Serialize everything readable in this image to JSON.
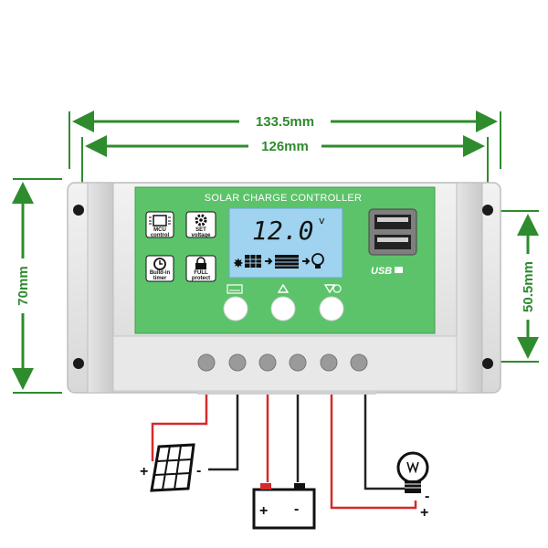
{
  "dimensions": {
    "outer_width": "133.5mm",
    "inner_width": "126mm",
    "height": "70mm",
    "hole_spacing": "50.5mm"
  },
  "panel": {
    "title": "SOLAR CHARGE CONTROLLER",
    "lcd_value": "12.0",
    "lcd_unit": "v",
    "usb_label": "USB"
  },
  "features": [
    {
      "line1": "MCU",
      "line2": "control",
      "icon": "chip-icon"
    },
    {
      "line1": "SET",
      "line2": "voltage",
      "icon": "gear-icon"
    },
    {
      "line1": "Build-in",
      "line2": "timer",
      "icon": "clock-icon"
    },
    {
      "line1": "FULL",
      "line2": "protect",
      "icon": "lock-icon"
    }
  ],
  "wiring": {
    "solar": {
      "plus": "+",
      "minus": "-"
    },
    "battery": {
      "plus": "+",
      "minus": "-"
    },
    "load": {
      "plus": "+",
      "minus": "-"
    }
  },
  "colors": {
    "dimension": "#2e8b2e",
    "panel_green": "#5cc36a",
    "lcd": "#9fd3ef",
    "positive_wire": "#d42a2a",
    "negative_wire": "#222222"
  }
}
